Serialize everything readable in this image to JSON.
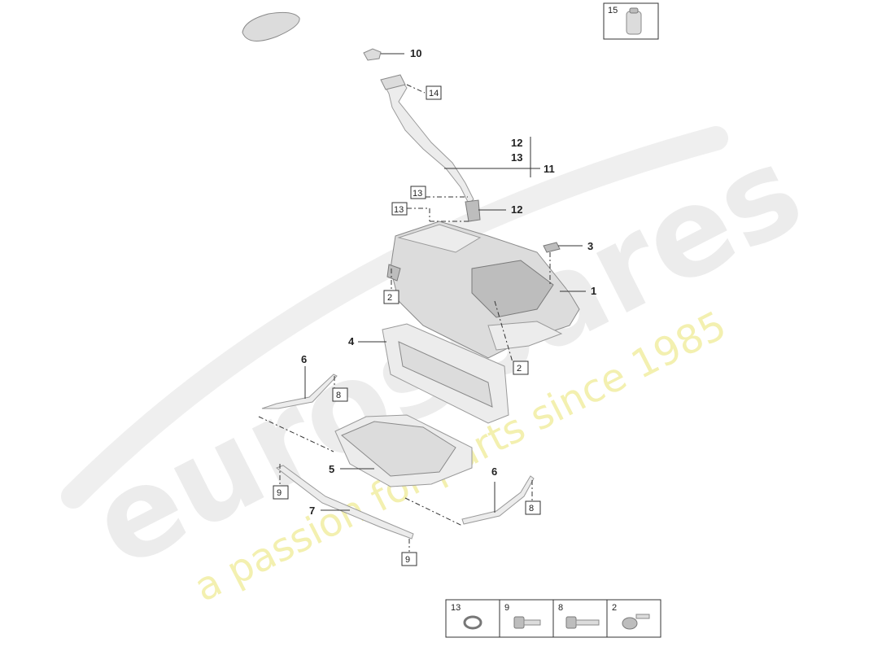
{
  "watermark": {
    "brand": "eurospares",
    "tagline": "a passion for parts since 1985"
  },
  "callouts": {
    "c1": "1",
    "c3": "3",
    "c4": "4",
    "c5": "5",
    "c6a": "6",
    "c6b": "6",
    "c7": "7",
    "c10": "10",
    "c11": "11",
    "c12a": "12",
    "c13a": "13",
    "c12b": "12"
  },
  "boxed_refs": {
    "b14": "14",
    "b13a": "13",
    "b13b": "13",
    "b2a": "2",
    "b2b": "2",
    "b8a": "8",
    "b8b": "8",
    "b9a": "9",
    "b9b": "9",
    "b15": "15"
  },
  "hardware_legend": [
    "13",
    "9",
    "8",
    "2"
  ],
  "colors": {
    "watermark_gray": "#ececec",
    "watermark_yellow": "#f3f0b0",
    "line": "#333333",
    "part": "#dcdcdc"
  }
}
